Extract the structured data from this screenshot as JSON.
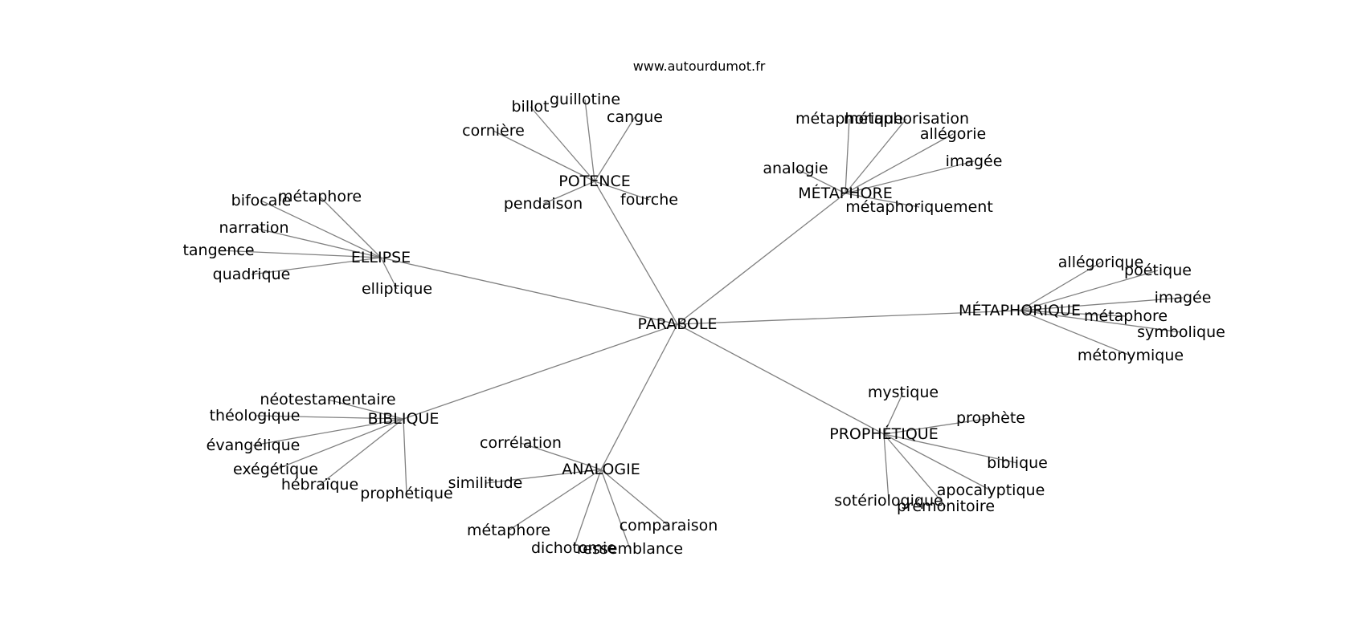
{
  "title": "www.autourdumot.fr",
  "edge_color": "#808080",
  "text_color": "#000000",
  "center": "PARABOLE",
  "groups": [
    {
      "label": "POTENCE",
      "words": [
        "billot",
        "guillotine",
        "cangue",
        "cornière",
        "pendaison",
        "fourche"
      ]
    },
    {
      "label": "MÉTAPHORE",
      "words": [
        "métaphorique",
        "métaphorisation",
        "allégorie",
        "imagée",
        "analogie",
        "métaphoriquement"
      ]
    },
    {
      "label": "ELLIPSE",
      "words": [
        "bifocale",
        "métaphore",
        "narration",
        "tangence",
        "quadrique",
        "elliptique"
      ]
    },
    {
      "label": "MÉTAPHORIQUE",
      "words": [
        "allégorique",
        "poétique",
        "imagée",
        "métaphore",
        "symbolique",
        "métonymique"
      ]
    },
    {
      "label": "BIBLIQUE",
      "words": [
        "néotestamentaire",
        "théologique",
        "évangélique",
        "exégétique",
        "hébraïque",
        "prophétique"
      ]
    },
    {
      "label": "ANALOGIE",
      "words": [
        "corrélation",
        "similitude",
        "métaphore",
        "dichotomie",
        "ressemblance",
        "comparaison"
      ]
    },
    {
      "label": "PROPHÉTIQUE",
      "words": [
        "mystique",
        "prophète",
        "biblique",
        "apocalyptique",
        "sotériologique",
        "prémonitoire"
      ]
    }
  ]
}
